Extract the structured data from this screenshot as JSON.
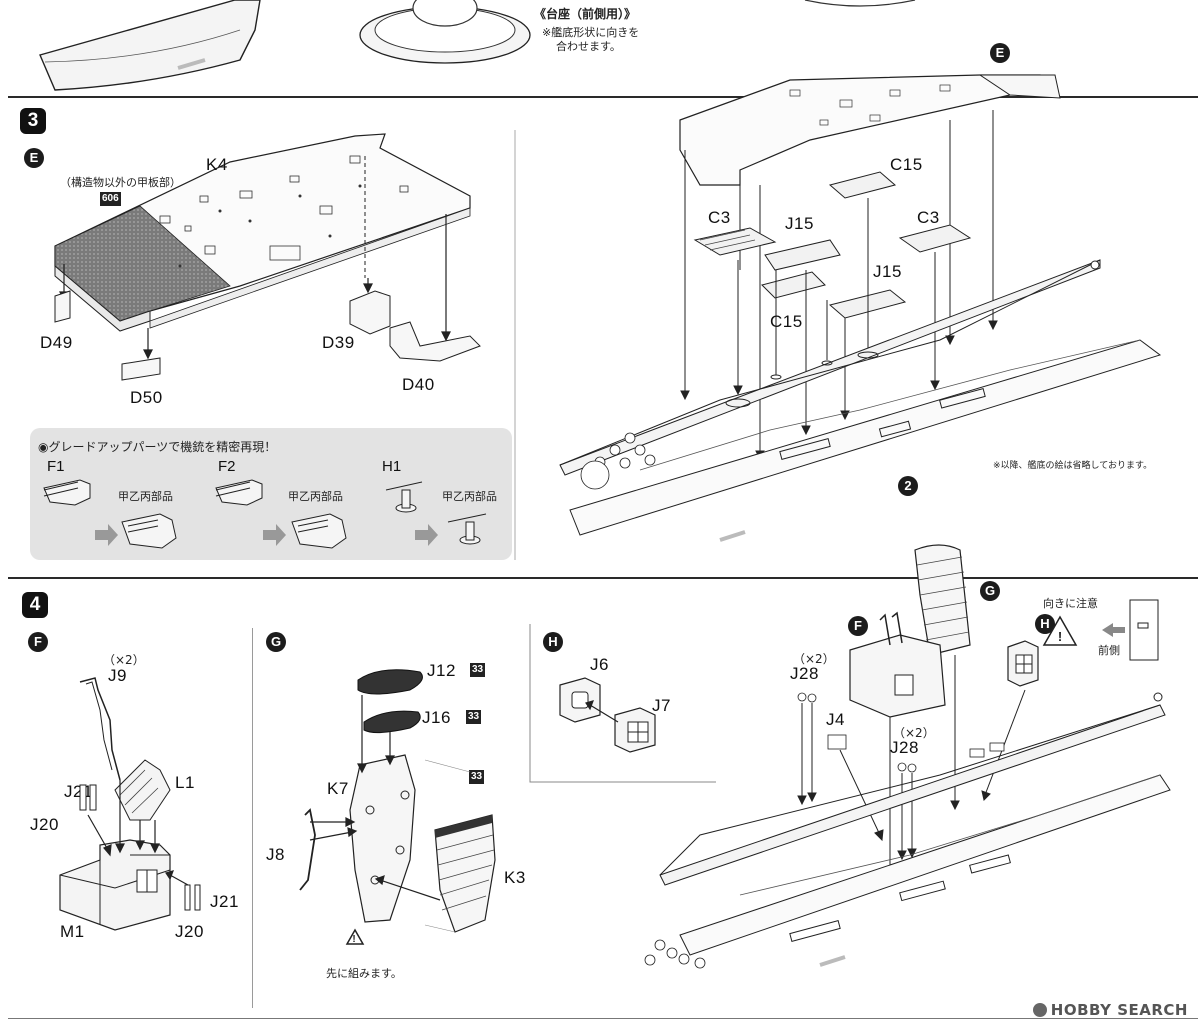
{
  "header": {
    "stand_title": "《台座（前側用）》",
    "stand_note_line1": "※艦底形状に向きを",
    "stand_note_line2": "合わせます。"
  },
  "step3": {
    "number": "3",
    "bag_left": "E",
    "bag_right": "E",
    "deck_note": "（構造物以外の甲板部）",
    "paint_code": "606",
    "parts": {
      "k4": "K4",
      "d49": "D49",
      "d50": "D50",
      "d39": "D39",
      "d40": "D40",
      "c3_left": "C3",
      "j15_top": "J15",
      "c15_top": "C15",
      "c3_right": "C3",
      "j15_mid": "J15",
      "c15_mid": "C15"
    },
    "hull_note": "※以降、艦底の絵は省略しております。",
    "hull_step_ref": "2",
    "upgrade": {
      "title": "◉グレードアップパーツで機銃を精密再現！",
      "items": [
        {
          "part": "F1",
          "label": "甲乙丙部品"
        },
        {
          "part": "F2",
          "label": "甲乙丙部品"
        },
        {
          "part": "H1",
          "label": "甲乙丙部品"
        }
      ]
    }
  },
  "step4": {
    "number": "4",
    "f_group": {
      "bag": "F",
      "j9_qty": "（×2）",
      "j9": "J9",
      "j21_a": "J21",
      "l1": "L1",
      "j20_a": "J20",
      "m1": "M1",
      "j21_b": "J21",
      "j20_b": "J20"
    },
    "g_group": {
      "bag": "G",
      "j12": "J12",
      "j12_paint": "33",
      "j16": "J16",
      "j16_paint": "33",
      "k7": "K7",
      "k7_paint": "33",
      "j8": "J8",
      "k3": "K3",
      "warning_note": "先に組みます。"
    },
    "h_group": {
      "bag": "H",
      "j6": "J6",
      "j7": "J7"
    },
    "main": {
      "bag_f": "F",
      "bag_g": "G",
      "bag_h": "H",
      "j28_qty_a": "（×2）",
      "j28_a": "J28",
      "j4": "J4",
      "j28_qty_b": "（×2）",
      "j28_b": "J28",
      "orient_note": "向きに注意",
      "front_label": "前側"
    }
  },
  "footer": {
    "watermark": "HOBBY SEARCH"
  }
}
